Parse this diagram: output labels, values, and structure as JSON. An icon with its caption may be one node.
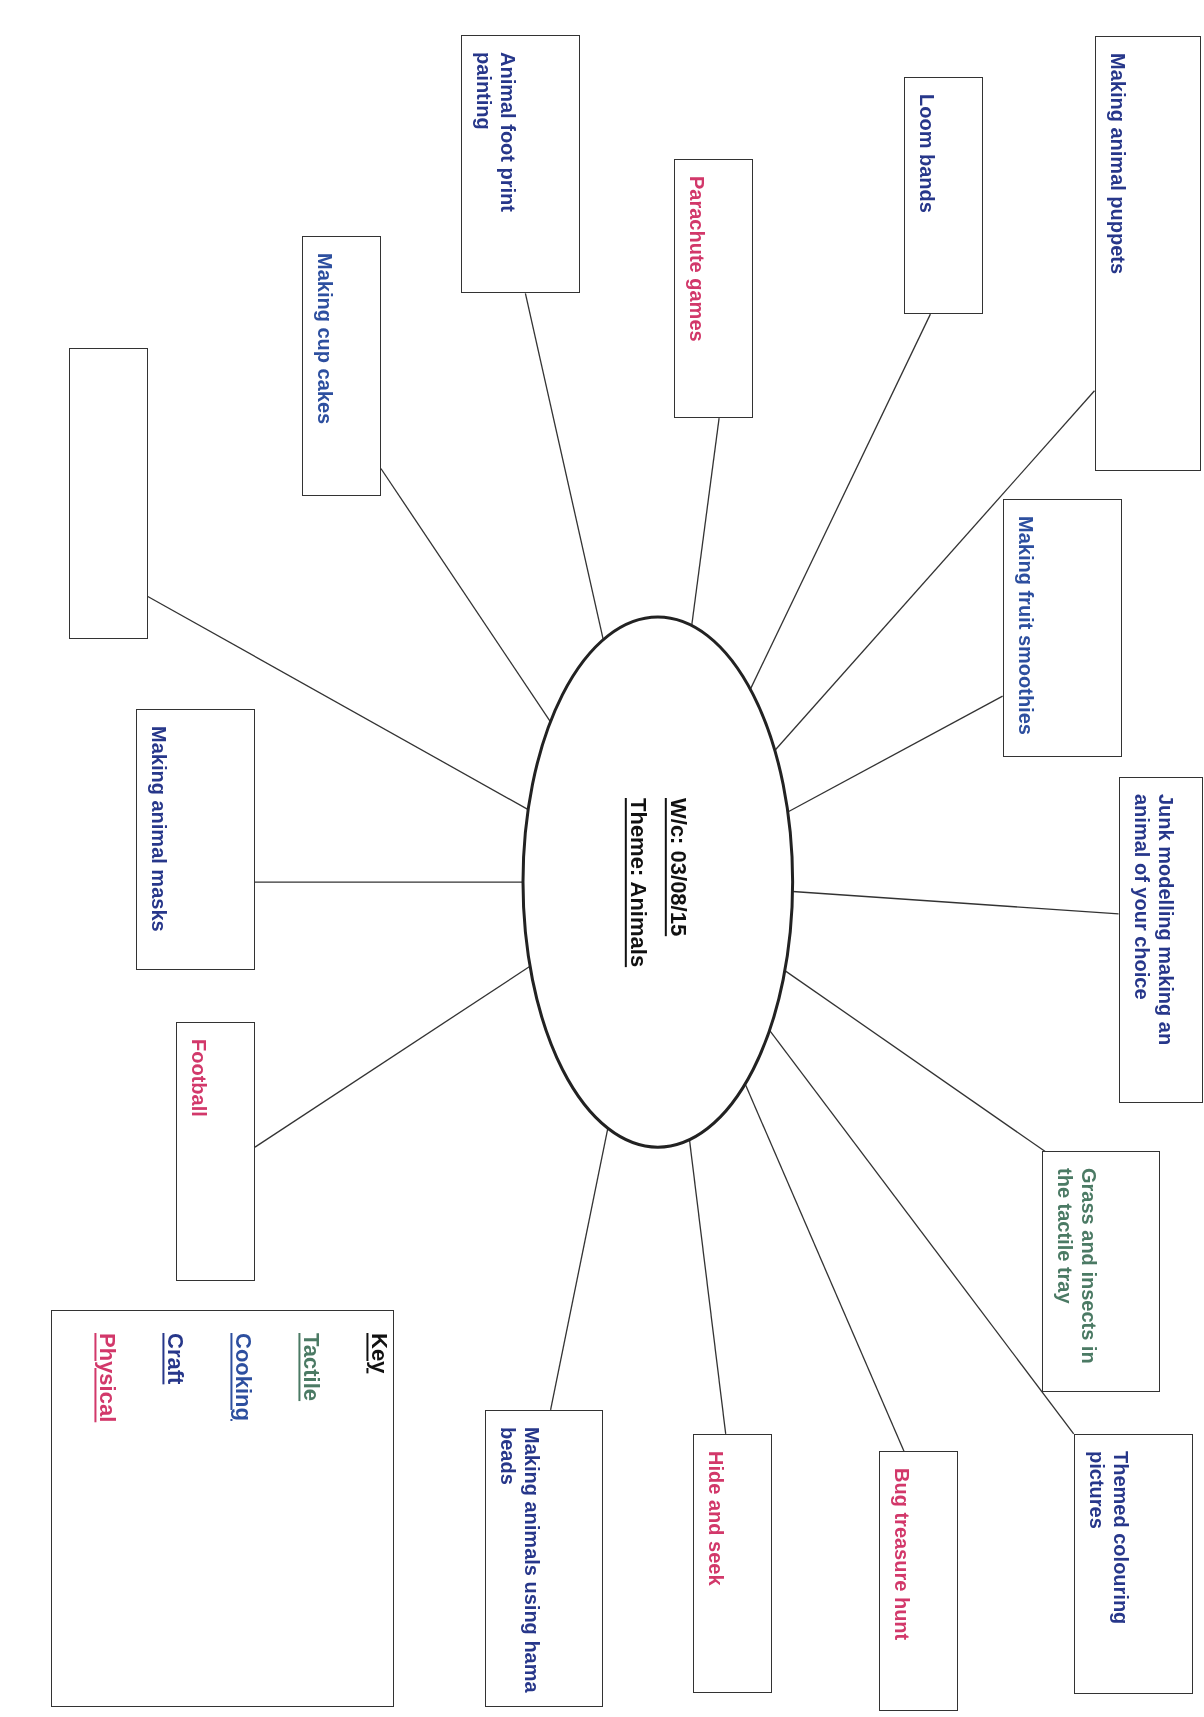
{
  "diagram": {
    "nodes": [
      {
        "text": [
          "W/c: 03/08/15",
          "Theme: Animals"
        ]
      },
      {
        "text": [
          "Making animal puppets"
        ]
      },
      {
        "text": [
          "Loom bands"
        ]
      },
      {
        "text": [
          "Parachute games"
        ]
      },
      {
        "text": [
          "Animal foot print painting"
        ]
      },
      {
        "text": [
          "Making cup cakes"
        ]
      },
      {
        "text": [],
        "shape": "box"
      },
      {
        "text": [
          "Making fruit smoothies"
        ]
      },
      {
        "text": [
          "Junk modelling making an animal of your choice"
        ]
      },
      {
        "text": [
          "Making animal masks"
        ]
      },
      {
        "text": [
          "Football"
        ]
      },
      {
        "text": [
          "Grass and insects in the tactile tray"
        ]
      },
      {
        "text": [
          "Themed colouring pictures"
        ]
      },
      {
        "text": [
          "Bug treasure hunt"
        ]
      },
      {
        "text": [
          "Hide and seek"
        ]
      },
      {
        "text": [
          "Making animals using hama beads"
        ]
      }
    ],
    "edges": [
      {
        "from": 0,
        "to": 1,
        "arrow": "none"
      },
      {
        "from": 0,
        "to": 2,
        "arrow": "none"
      },
      {
        "from": 0,
        "to": 3,
        "arrow": "none"
      },
      {
        "from": 0,
        "to": 4,
        "arrow": "none"
      },
      {
        "from": 0,
        "to": 5,
        "arrow": "none"
      },
      {
        "from": 0,
        "to": 6,
        "arrow": "none"
      },
      {
        "from": 0,
        "to": 7,
        "arrow": "none"
      },
      {
        "from": 0,
        "to": 8,
        "arrow": "none"
      },
      {
        "from": 0,
        "to": 9,
        "arrow": "none"
      },
      {
        "from": 0,
        "to": 10,
        "arrow": "none"
      },
      {
        "from": 0,
        "to": 11,
        "arrow": "none"
      },
      {
        "from": 0,
        "to": 12,
        "arrow": "none"
      },
      {
        "from": 0,
        "to": 13,
        "arrow": "none"
      },
      {
        "from": 0,
        "to": 14,
        "arrow": "none"
      },
      {
        "from": 0,
        "to": 15,
        "arrow": "none"
      }
    ],
    "labels": [
      "Key"
    ],
    "legend": [
      {
        "text": "Tactile",
        "color": "#4b7a64"
      },
      {
        "text": "Cooking",
        "color": "#2d4f9f"
      },
      {
        "text": "Craft",
        "color": "#27378a"
      },
      {
        "text": "Physical",
        "color": "#d2386a"
      }
    ]
  }
}
